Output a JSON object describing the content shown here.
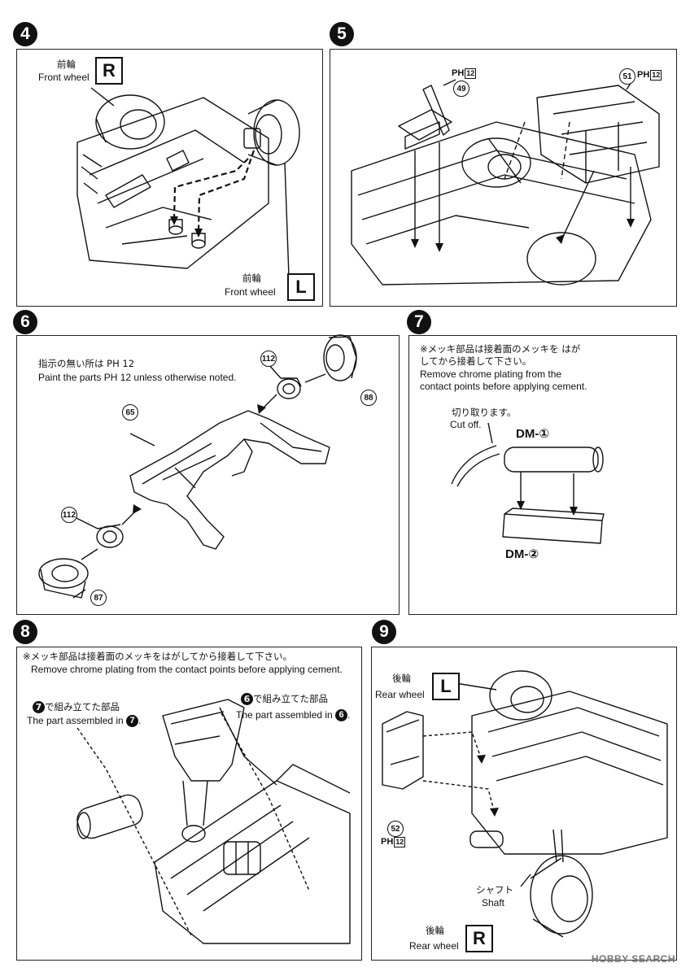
{
  "steps": {
    "s4": {
      "number": "4",
      "r_label_jp": "前輪",
      "r_label_en": "Front wheel",
      "r_box": "R",
      "l_label_jp": "前輪",
      "l_label_en": "Front wheel",
      "l_box": "L"
    },
    "s5": {
      "number": "5",
      "part_a": "49",
      "part_b": "51",
      "ph_a": "PH",
      "ph_a_num": "12",
      "ph_b": "PH",
      "ph_b_num": "12"
    },
    "s6": {
      "number": "6",
      "note_jp": "指示の無い所は PH 12",
      "note_en": "Paint the parts PH 12 unless otherwise noted.",
      "parts": [
        "112",
        "88",
        "65",
        "112",
        "87"
      ]
    },
    "s7": {
      "number": "7",
      "note_jp": "※メッキ部品は接着面のメッキを はがしてから接着して下さい。",
      "note_en_1": "Remove chrome plating from the",
      "note_en_2": "contact points before applying cement.",
      "cut_jp": "切り取ります。",
      "cut_en": "Cut off.",
      "dm1": "DM-①",
      "dm2": "DM-②"
    },
    "s8": {
      "number": "8",
      "note_jp": "※メッキ部品は接着面のメッキをはがしてから接着して下さい。",
      "note_en": "Remove chrome plating from the contact points before applying cement.",
      "left_jp": "で組み立てた部品",
      "left_en": "The part assembled in",
      "right_jp": "で組み立てた部品",
      "right_en": "The part assembled in",
      "ref7": "7",
      "ref6": "6"
    },
    "s9": {
      "number": "9",
      "l_label_jp": "後輪",
      "l_label_en": "Rear wheel",
      "l_box": "L",
      "part": "52",
      "ph": "PH",
      "ph_num": "12",
      "shaft_jp": "シャフト",
      "shaft_en": "Shaft",
      "r_label_jp": "後輪",
      "r_label_en": "Rear wheel",
      "r_box": "R"
    }
  },
  "watermark": "HOBBY SEARCH"
}
